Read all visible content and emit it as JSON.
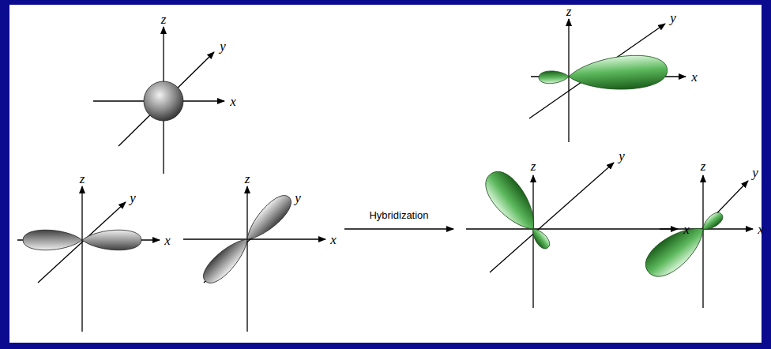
{
  "diagram": {
    "labels": [
      "z",
      "y",
      "x",
      "z",
      "y",
      "x",
      "z",
      "y",
      "x",
      "Hybridization",
      "z",
      "y",
      "x",
      "z",
      "y",
      "x",
      "z",
      "y",
      "x"
    ]
  }
}
